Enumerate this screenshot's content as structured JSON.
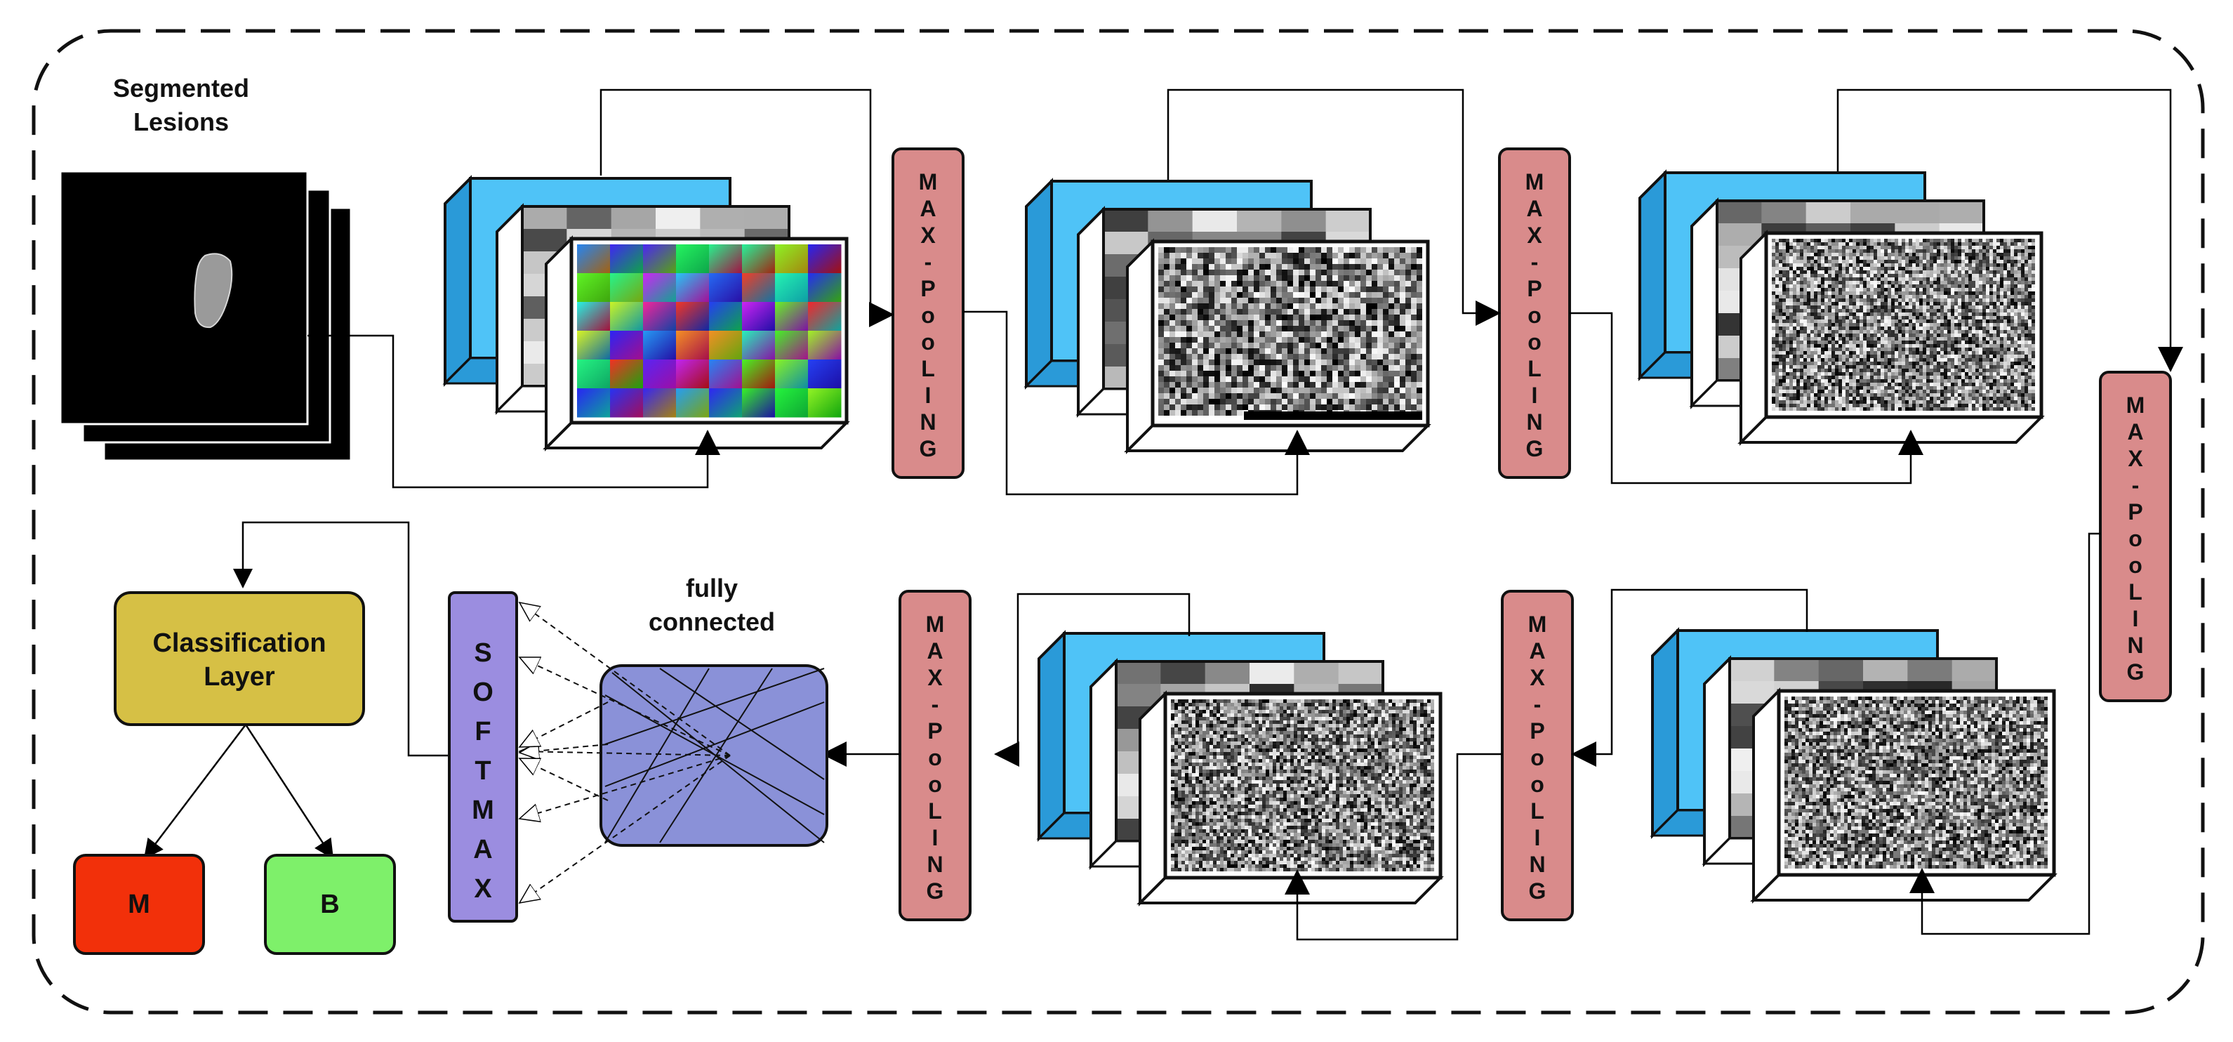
{
  "input": {
    "title_line1": "Segmented",
    "title_line2": "Lesions"
  },
  "pooling": {
    "chars": [
      "M",
      "A",
      "X",
      "-",
      "P",
      "o",
      "o",
      "L",
      "I",
      "N",
      "G"
    ]
  },
  "fully_connected": {
    "line1": "fully",
    "line2": "connected"
  },
  "softmax": {
    "chars": [
      "S",
      "O",
      "F",
      "T",
      "M",
      "A",
      "X"
    ]
  },
  "classification": {
    "line1": "Classification",
    "line2": "Layer"
  },
  "outputs": {
    "malignant": "M",
    "benign": "B"
  },
  "colors": {
    "conv_front": "#4fc3f7",
    "pooling_fill": "#d98b8b",
    "fc_fill": "#8a91d8",
    "softmax_fill": "#9b8de0",
    "classification_fill": "#d6c045",
    "malignant_fill": "#f2300a",
    "benign_fill": "#7ef06a"
  }
}
